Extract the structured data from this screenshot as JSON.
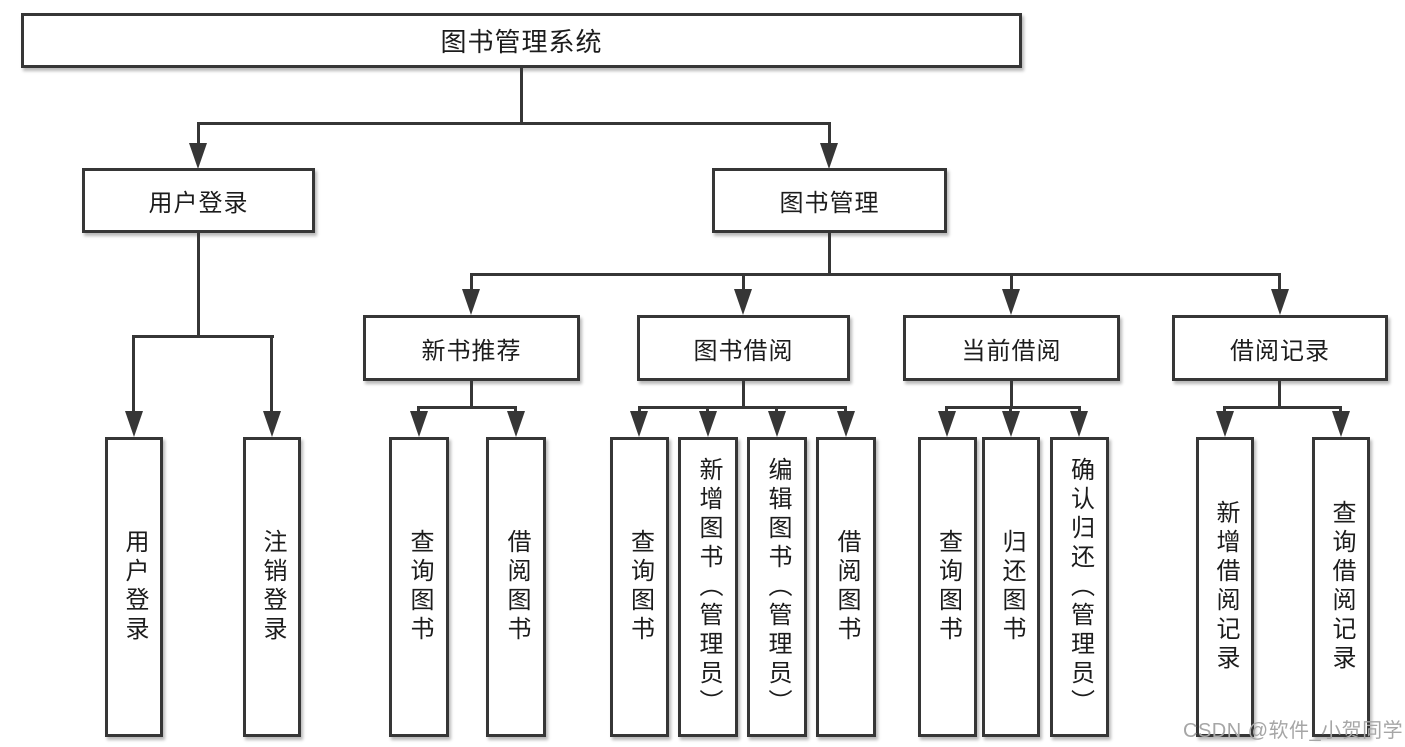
{
  "tree": {
    "label": "图书管理系统",
    "children": [
      {
        "label": "用户登录",
        "children": [
          {
            "label": "用户登录"
          },
          {
            "label": "注销登录"
          }
        ]
      },
      {
        "label": "图书管理",
        "children": [
          {
            "label": "新书推荐",
            "children": [
              {
                "label": "查询图书"
              },
              {
                "label": "借阅图书"
              }
            ]
          },
          {
            "label": "图书借阅",
            "children": [
              {
                "label": "查询图书"
              },
              {
                "label": "新增图书（管理员）"
              },
              {
                "label": "编辑图书（管理员）"
              },
              {
                "label": "借阅图书"
              }
            ]
          },
          {
            "label": "当前借阅",
            "children": [
              {
                "label": "查询图书"
              },
              {
                "label": "归还图书"
              },
              {
                "label": "确认归还（管理员）"
              }
            ]
          },
          {
            "label": "借阅记录",
            "children": [
              {
                "label": "新增借阅记录"
              },
              {
                "label": "查询借阅记录"
              }
            ]
          }
        ]
      }
    ]
  },
  "watermark": "CSDN @软件_小贺同学",
  "colors": {
    "line": "#363636",
    "box_border": "#363636",
    "box_fill": "#ffffff",
    "text": "#1c1c1c",
    "watermark": "#a6a6a6"
  }
}
